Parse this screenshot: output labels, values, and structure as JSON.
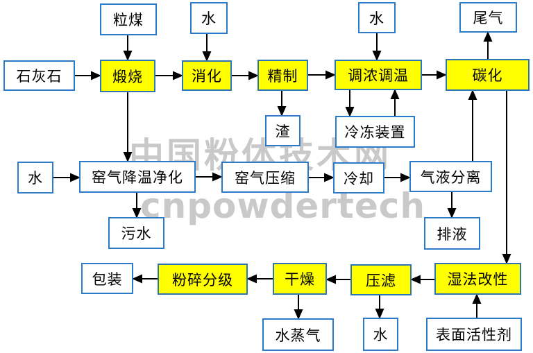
{
  "watermark": {
    "line1": "中国粉体技术网",
    "line2": "cnpowdertech"
  },
  "colors": {
    "process_fill": "#ffff00",
    "box_border": "#2e75b6",
    "arrow": "#000000",
    "watermark": "#c9c9c9",
    "background": "#ffffff"
  },
  "nodes": {
    "coal": {
      "label": "粒煤",
      "type": "material"
    },
    "water_top1": {
      "label": "水",
      "type": "material"
    },
    "water_top2": {
      "label": "水",
      "type": "material"
    },
    "tail_gas": {
      "label": "尾气",
      "type": "material"
    },
    "limestone": {
      "label": "石灰石",
      "type": "material"
    },
    "calcination": {
      "label": "煅烧",
      "type": "process"
    },
    "digestion": {
      "label": "消化",
      "type": "process"
    },
    "refining": {
      "label": "精制",
      "type": "process"
    },
    "conditioning": {
      "label": "调浓调温",
      "type": "process"
    },
    "carbonization": {
      "label": "碳化",
      "type": "process"
    },
    "slag": {
      "label": "渣",
      "type": "material"
    },
    "freezer": {
      "label": "冷冻装置",
      "type": "equipment"
    },
    "water_mid": {
      "label": "水",
      "type": "material"
    },
    "kiln_gas_cooling": {
      "label": "窑气降温净化",
      "type": "step"
    },
    "kiln_gas_compression": {
      "label": "窑气压缩",
      "type": "step"
    },
    "cooling": {
      "label": "冷却",
      "type": "step"
    },
    "gas_liquid_separation": {
      "label": "气液分离",
      "type": "step"
    },
    "sewage": {
      "label": "污水",
      "type": "material"
    },
    "drain": {
      "label": "排液",
      "type": "material"
    },
    "packaging": {
      "label": "包装",
      "type": "material"
    },
    "crushing": {
      "label": "粉碎分级",
      "type": "process"
    },
    "drying": {
      "label": "干燥",
      "type": "process"
    },
    "filter_press": {
      "label": "压滤",
      "type": "process"
    },
    "wet_modification": {
      "label": "湿法改性",
      "type": "process"
    },
    "steam": {
      "label": "水蒸气",
      "type": "material"
    },
    "water_bottom": {
      "label": "水",
      "type": "material"
    },
    "surfactant": {
      "label": "表面活性剂",
      "type": "material"
    }
  },
  "edges": [
    {
      "from": "石灰石",
      "to": "煅烧"
    },
    {
      "from": "粒煤",
      "to": "煅烧"
    },
    {
      "from": "煅烧",
      "to": "消化"
    },
    {
      "from": "水",
      "to": "消化"
    },
    {
      "from": "消化",
      "to": "精制"
    },
    {
      "from": "精制",
      "to": "调浓调温"
    },
    {
      "from": "精制",
      "to": "渣"
    },
    {
      "from": "水",
      "to": "调浓调温"
    },
    {
      "from": "调浓调温",
      "to": "碳化"
    },
    {
      "from": "调浓调温",
      "to": "冷冻装置"
    },
    {
      "from": "冷冻装置",
      "to": "调浓调温"
    },
    {
      "from": "碳化",
      "to": "尾气"
    },
    {
      "from": "煅烧",
      "to": "窑气降温净化"
    },
    {
      "from": "水",
      "to": "窑气降温净化"
    },
    {
      "from": "窑气降温净化",
      "to": "污水"
    },
    {
      "from": "窑气降温净化",
      "to": "窑气压缩"
    },
    {
      "from": "窑气压缩",
      "to": "冷却"
    },
    {
      "from": "冷却",
      "to": "气液分离"
    },
    {
      "from": "气液分离",
      "to": "碳化"
    },
    {
      "from": "气液分离",
      "to": "排液"
    },
    {
      "from": "碳化",
      "to": "湿法改性"
    },
    {
      "from": "表面活性剂",
      "to": "湿法改性"
    },
    {
      "from": "湿法改性",
      "to": "压滤"
    },
    {
      "from": "压滤",
      "to": "水"
    },
    {
      "from": "压滤",
      "to": "干燥"
    },
    {
      "from": "干燥",
      "to": "水蒸气"
    },
    {
      "from": "干燥",
      "to": "粉碎分级"
    },
    {
      "from": "粉碎分级",
      "to": "包装"
    }
  ]
}
